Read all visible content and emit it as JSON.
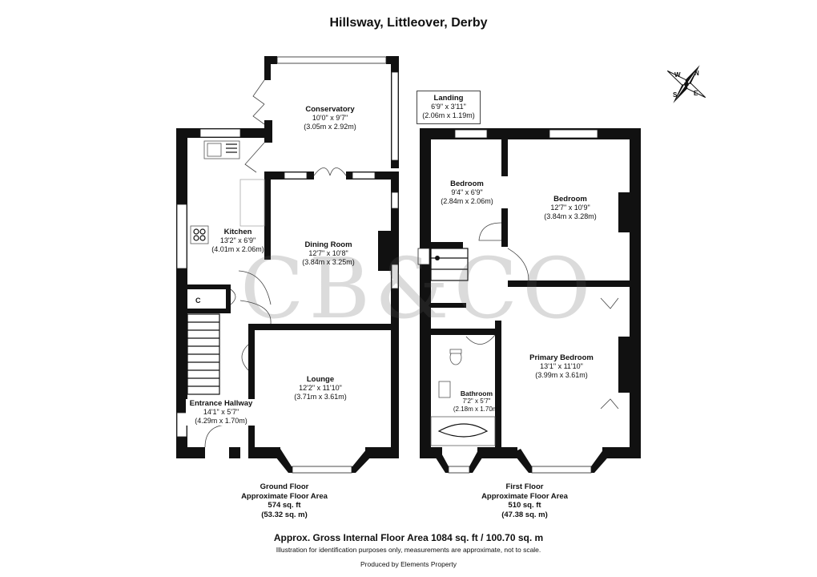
{
  "title": "Hillsway, Littleover, Derby",
  "watermark": "CB&CO",
  "rooms": {
    "conservatory": {
      "name": "Conservatory",
      "imperial": "10'0\" x 9'7\"",
      "metric": "(3.05m x 2.92m)"
    },
    "kitchen": {
      "name": "Kitchen",
      "imperial": "13'2\" x 6'9\"",
      "metric": "(4.01m x 2.06m)"
    },
    "dining_room": {
      "name": "Dining Room",
      "imperial": "12'7\" x 10'8\"",
      "metric": "(3.84m x 3.25m)"
    },
    "lounge": {
      "name": "Lounge",
      "imperial": "12'2\" x 11'10\"",
      "metric": "(3.71m x 3.61m)"
    },
    "entrance_hallway": {
      "name": "Entrance Hallway",
      "imperial": "14'1\" x 5'7\"",
      "metric": "(4.29m x 1.70m)"
    },
    "cupboard": {
      "name": "C"
    },
    "landing": {
      "name": "Landing",
      "imperial": "6'9\" x 3'11\"",
      "metric": "(2.06m x 1.19m)"
    },
    "bedroom_small": {
      "name": "Bedroom",
      "imperial": "9'4\" x 6'9\"",
      "metric": "(2.84m x 2.06m)"
    },
    "bedroom_large": {
      "name": "Bedroom",
      "imperial": "12'7\" x 10'9\"",
      "metric": "(3.84m x 3.28m)"
    },
    "primary_bedroom": {
      "name": "Primary Bedroom",
      "imperial": "13'1\" x 11'10\"",
      "metric": "(3.99m x 3.61m)"
    },
    "bathroom": {
      "name": "Bathroom",
      "imperial": "7'2\" x 5'7\"",
      "metric": "(2.18m x 1.70m)"
    }
  },
  "floors": {
    "ground": {
      "name": "Ground Floor",
      "caption": "Approximate Floor Area",
      "sqft": "574 sq. ft",
      "sqm": "(53.32 sq. m)"
    },
    "first": {
      "name": "First Floor",
      "caption": "Approximate Floor Area",
      "sqft": "510 sq. ft",
      "sqm": "(47.38 sq. m)"
    }
  },
  "footer": {
    "gross_area": "Approx. Gross Internal Floor Area 1084 sq. ft / 100.70 sq. m",
    "disclaimer": "Illustration for identification purposes only, measurements are approximate, not to scale.",
    "produced_by": "Produced by Elements Property"
  },
  "compass": {
    "n": "N",
    "s": "S",
    "e": "E",
    "w": "W"
  }
}
